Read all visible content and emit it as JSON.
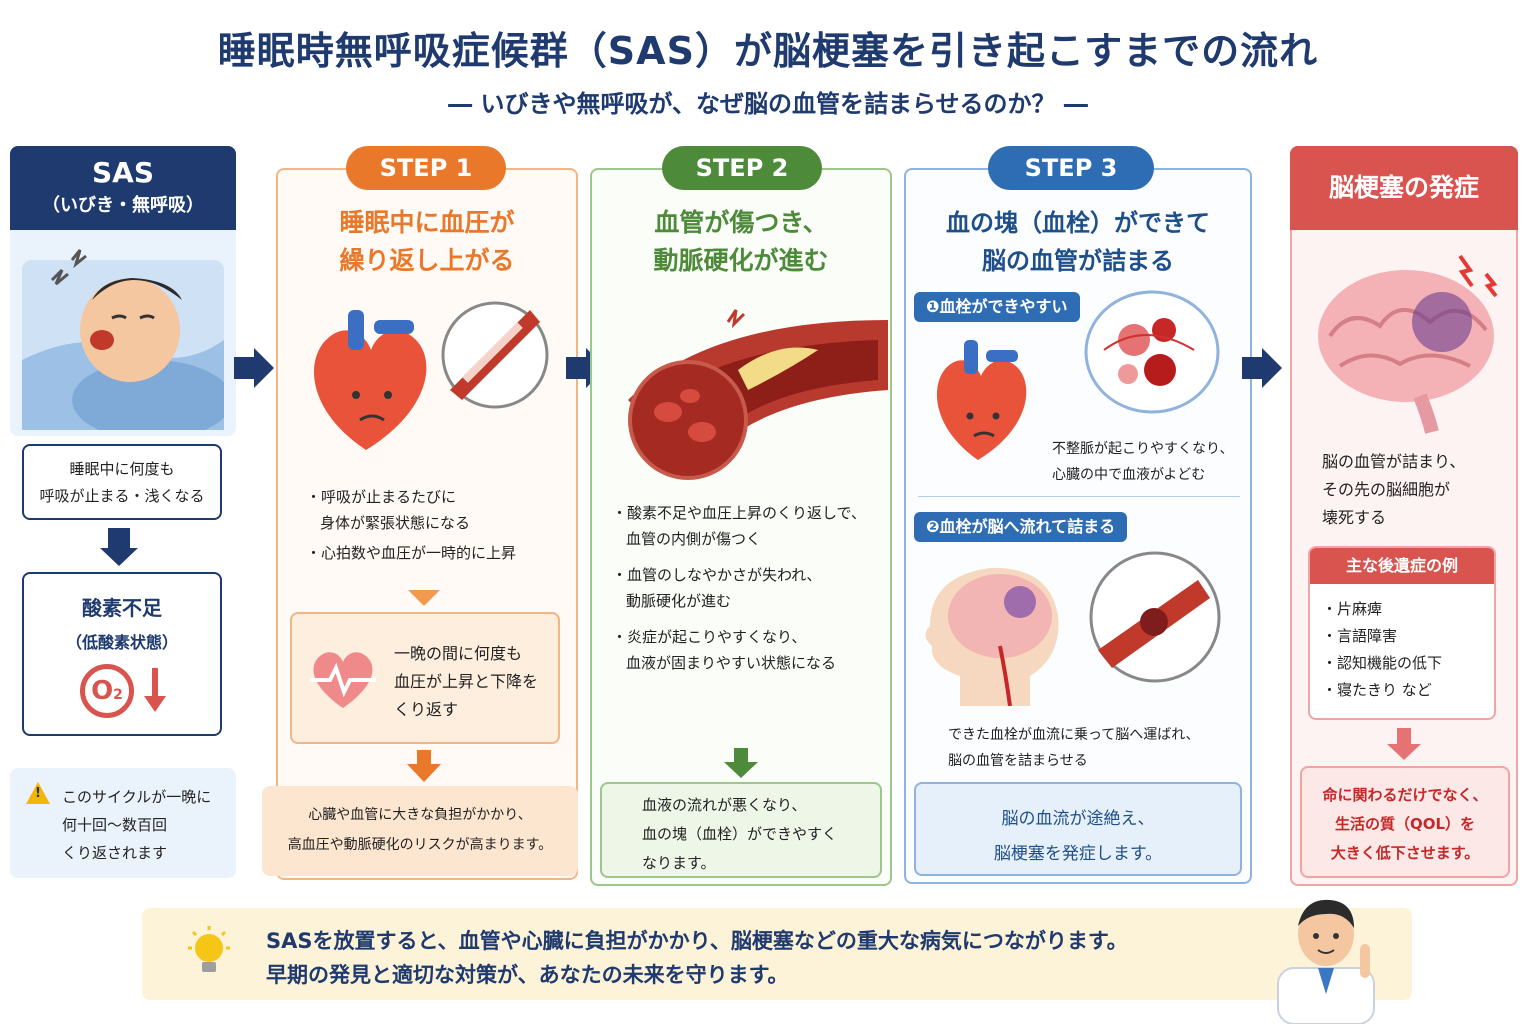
{
  "header": {
    "title": "睡眠時無呼吸症候群（SAS）が脳梗塞を引き起こすまでの流れ",
    "subtitle": "― いびきや無呼吸が、なぜ脳の血管を詰まらせるのか？ ―"
  },
  "sas": {
    "title": "SAS",
    "subtitle": "（いびき・無呼吸）",
    "box1_line1": "睡眠中に何度も",
    "box1_line2": "呼吸が止まる・浅くなる",
    "oxygen_title": "酸素不足",
    "oxygen_sub": "（低酸素状態）",
    "o2_label": "O",
    "o2_sub": "2",
    "note_line1": "このサイクルが一晩に",
    "note_line2": "何十回〜数百回",
    "note_line3": "くり返されます"
  },
  "step1": {
    "label": "STEP 1",
    "heading_line1": "睡眠中に血圧が",
    "heading_line2": "繰り返し上がる",
    "bullet1_line1": "・呼吸が止まるたびに",
    "bullet1_line2": "身体が緊張状態になる",
    "bullet2": "・心拍数や血圧が一時的に上昇",
    "box_line1": "一晩の間に何度も",
    "box_line2": "血圧が上昇と下降を",
    "box_line3": "くり返す",
    "result_line1": "心臓や血管に大きな負担がかかり、",
    "result_line2": "高血圧や動脈硬化のリスクが高まります。"
  },
  "step2": {
    "label": "STEP 2",
    "heading_line1": "血管が傷つき、",
    "heading_line2": "動脈硬化が進む",
    "bullet1_line1": "・酸素不足や血圧上昇のくり返しで、",
    "bullet1_line2": "血管の内側が傷つく",
    "bullet2_line1": "・血管のしなやかさが失われ、",
    "bullet2_line2": "動脈硬化が進む",
    "bullet3_line1": "・炎症が起こりやすくなり、",
    "bullet3_line2": "血液が固まりやすい状態になる",
    "result_line1": "血液の流れが悪くなり、",
    "result_line2": "血の塊（血栓）ができやすく",
    "result_line3": "なります。"
  },
  "step3": {
    "label": "STEP 3",
    "heading_line1": "血の塊（血栓）ができて",
    "heading_line2": "脳の血管が詰まる",
    "sub1": "❶血栓ができやすい",
    "sub1_text_line1": "不整脈が起こりやすくなり、",
    "sub1_text_line2": "心臓の中で血液がよどむ",
    "sub2": "❷血栓が脳へ流れて詰まる",
    "sub2_text_line1": "できた血栓が血流に乗って脳へ運ばれ、",
    "sub2_text_line2": "脳の血管を詰まらせる",
    "result_line1": "脳の血流が途絶え、",
    "result_line2": "脳梗塞を発症します。"
  },
  "stroke": {
    "title": "脳梗塞の発症",
    "text_line1": "脳の血管が詰まり、",
    "text_line2": "その先の脳細胞が",
    "text_line3": "壊死する",
    "sequelae_title": "主な後遺症の例",
    "items": [
      "・片麻痺",
      "・言語障害",
      "・認知機能の低下",
      "・寝たきり など"
    ],
    "result_line1": "命に関わるだけでなく、",
    "result_line2": "生活の質（QOL）を",
    "result_line3": "大きく低下させます。"
  },
  "footer": {
    "line1": "SASを放置すると、血管や心臓に負担がかかり、脳梗塞などの重大な病気につながります。",
    "line2": "早期の発見と適切な対策が、あなたの未来を守ります。"
  },
  "colors": {
    "navy": "#1f3a6e",
    "orange": "#e9782b",
    "green": "#4d8a3a",
    "blue": "#2e6db3",
    "red": "#d9534f"
  }
}
